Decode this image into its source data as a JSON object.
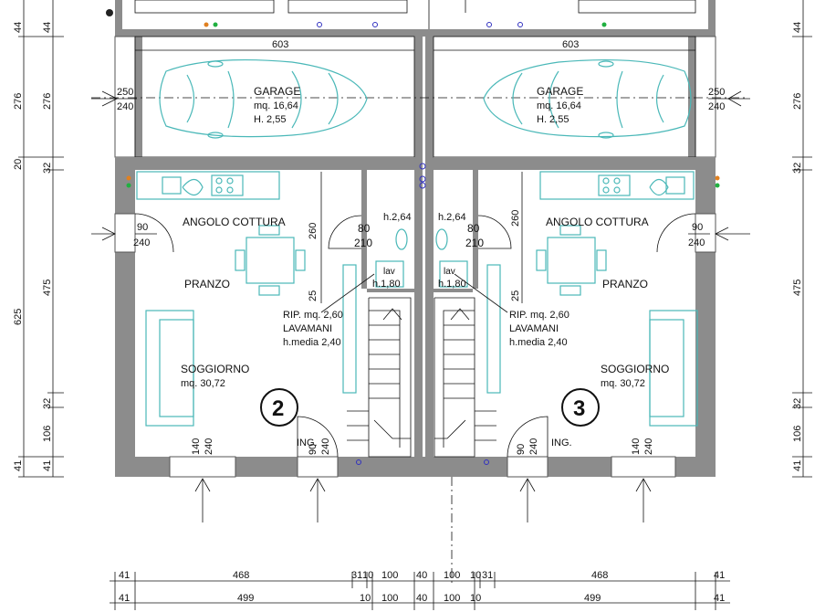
{
  "units": [
    {
      "id": "unit-2",
      "number": "2",
      "garage": {
        "name": "GARAGE",
        "area": "mq. 16,64",
        "height": "H. 2,55",
        "width_dim": "603",
        "window_w": "250",
        "window_h": "240"
      },
      "kitchen_label": "ANGOLO COTTURA",
      "kitchen_window": {
        "w": "90",
        "h": "240"
      },
      "dining_label": "PRANZO",
      "living": {
        "name": "SOGGIORNO",
        "area": "mq. 30,72"
      },
      "bath": {
        "door_w": "80",
        "door_h": "210",
        "height": "h.2,64",
        "low": "h.1,80",
        "lav": "lav"
      },
      "storage": {
        "dim_260": "260",
        "dim_25": "25"
      },
      "ripost": {
        "line1": "RIP. mq. 2,60",
        "line2": "LAVAMANI",
        "line3": "h.media 2,40"
      },
      "entry": {
        "label": "ING.",
        "door_w": "90",
        "door_h": "240"
      },
      "front_window": {
        "w": "140",
        "h": "240"
      }
    },
    {
      "id": "unit-3",
      "number": "3",
      "garage": {
        "name": "GARAGE",
        "area": "mq. 16,64",
        "height": "H. 2,55",
        "width_dim": "603",
        "window_w": "250",
        "window_h": "240"
      },
      "kitchen_label": "ANGOLO COTTURA",
      "kitchen_window": {
        "w": "90",
        "h": "240"
      },
      "dining_label": "PRANZO",
      "living": {
        "name": "SOGGIORNO",
        "area": "mq. 30,72"
      },
      "bath": {
        "door_w": "80",
        "door_h": "210",
        "height": "h.2,64",
        "low": "h.1,80",
        "lav": "lav"
      },
      "storage": {
        "dim_260": "260",
        "dim_25": "25"
      },
      "ripost": {
        "line1": "RIP. mq. 2,60",
        "line2": "LAVAMANI",
        "line3": "h.media 2,40"
      },
      "entry": {
        "label": "ING.",
        "door_w": "90",
        "door_h": "240"
      },
      "front_window": {
        "w": "140",
        "h": "240"
      }
    }
  ],
  "vertical_dims": {
    "left_outer": [
      "44",
      "276",
      "20",
      "625",
      "41"
    ],
    "left_inner": [
      "44",
      "276",
      "32",
      "475",
      "32",
      "106",
      "41"
    ],
    "right": [
      "44",
      "276",
      "32",
      "475",
      "32",
      "106",
      "41"
    ]
  },
  "bottom_dims": {
    "row1": [
      "41",
      "468",
      "31",
      "10",
      "100",
      "40",
      "100",
      "10",
      "31",
      "468",
      "41"
    ],
    "row2": [
      "41",
      "499",
      "10",
      "100",
      "40",
      "100",
      "10",
      "499",
      "41"
    ]
  },
  "colors": {
    "wall": "#8c8c8c",
    "furniture": "#4ab8b8",
    "outlet_blue": "#3030c0",
    "outlet_orange": "#e08020",
    "outlet_green": "#20b040"
  }
}
